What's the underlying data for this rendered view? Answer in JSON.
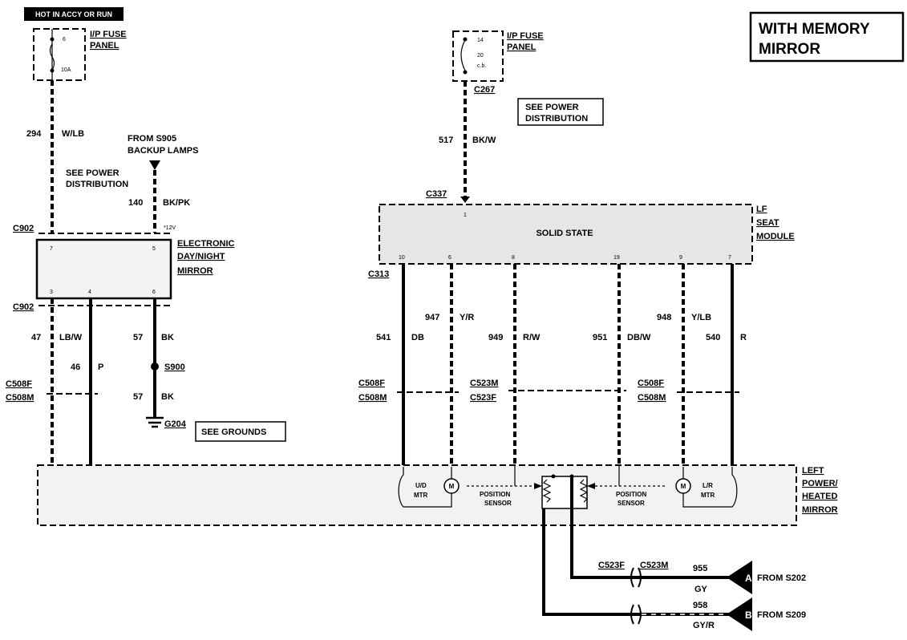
{
  "hot_label": "HOT IN ACCY OR RUN",
  "title": "WITH MEMORY MIRROR",
  "title_line1": "WITH MEMORY",
  "title_line2": "MIRROR",
  "fuse1": {
    "name_line1": "I/P FUSE",
    "name_line2": "PANEL",
    "number": "6",
    "rating": "10A"
  },
  "fuse2": {
    "name_line1": "I/P FUSE",
    "name_line2": "PANEL",
    "number": "14",
    "rating": "20",
    "type": "c.b."
  },
  "connectors": {
    "c267": "C267",
    "c337": "C337",
    "c902_top": "C902",
    "c902_bottom": "C902",
    "c313": "C313",
    "c508f_left": "C508F",
    "c508m_left": "C508M",
    "c523m_mid": "C523M",
    "c523f_mid": "C523F",
    "c508f_right": "C508F",
    "c508m_right": "C508M",
    "c523f_bottom": "C523F",
    "c523m_bottom": "C523M"
  },
  "notes": {
    "see_power_left_1": "SEE POWER",
    "see_power_left_2": "DISTRIBUTION",
    "see_power_right_1": "SEE POWER",
    "see_power_right_2": "DISTRIBUTION",
    "see_grounds": "SEE GROUNDS",
    "from_s905_1": "FROM S905",
    "from_s905_2": "BACKUP LAMPS",
    "plus12v": "*12V"
  },
  "wires": {
    "w294": {
      "circuit": "294",
      "color": "W/LB"
    },
    "w140": {
      "circuit": "140",
      "color": "BK/PK"
    },
    "w517": {
      "circuit": "517",
      "color": "BK/W"
    },
    "w47": {
      "circuit": "47",
      "color": "LB/W"
    },
    "w46": {
      "circuit": "46",
      "color": "P"
    },
    "w57a": {
      "circuit": "57",
      "color": "BK"
    },
    "w57b": {
      "circuit": "57",
      "color": "BK"
    },
    "w541": {
      "circuit": "541",
      "color": "DB"
    },
    "w947": {
      "circuit": "947",
      "color": "Y/R"
    },
    "w949": {
      "circuit": "949",
      "color": "R/W"
    },
    "w951": {
      "circuit": "951",
      "color": "DB/W"
    },
    "w948": {
      "circuit": "948",
      "color": "Y/LB"
    },
    "w540": {
      "circuit": "540",
      "color": "R"
    },
    "w955": {
      "circuit": "955",
      "color": "GY"
    },
    "w958": {
      "circuit": "958",
      "color": "GY/R"
    }
  },
  "splice": "S900",
  "ground": "G204",
  "mirror_module": {
    "name_line1": "ELECTRONIC",
    "name_line2": "DAY/NIGHT",
    "name_line3": "MIRROR",
    "pins_top": [
      "7",
      "5"
    ],
    "pins_bottom": [
      "3",
      "4",
      "6"
    ]
  },
  "seat_module": {
    "name_line1": "LF",
    "name_line2": "SEAT",
    "name_line3": "MODULE",
    "inner": "SOLID STATE",
    "pin_top": "1",
    "pins_bottom": [
      "10",
      "6",
      "8",
      "19",
      "9",
      "7"
    ]
  },
  "power_mirror": {
    "name_line1": "LEFT",
    "name_line2": "POWER/",
    "name_line3": "HEATED",
    "name_line4": "MIRROR",
    "ud_motor_1": "U/D",
    "ud_motor_2": "MTR",
    "lr_motor_1": "L/R",
    "lr_motor_2": "MTR",
    "motor_symbol": "M",
    "pos_sensor_left_1": "POSITION",
    "pos_sensor_left_2": "SENSOR",
    "pos_sensor_right_1": "POSITION",
    "pos_sensor_right_2": "SENSOR"
  },
  "sources": {
    "a": {
      "letter": "A",
      "text": "FROM S202"
    },
    "b": {
      "letter": "B",
      "text": "FROM S209"
    }
  }
}
